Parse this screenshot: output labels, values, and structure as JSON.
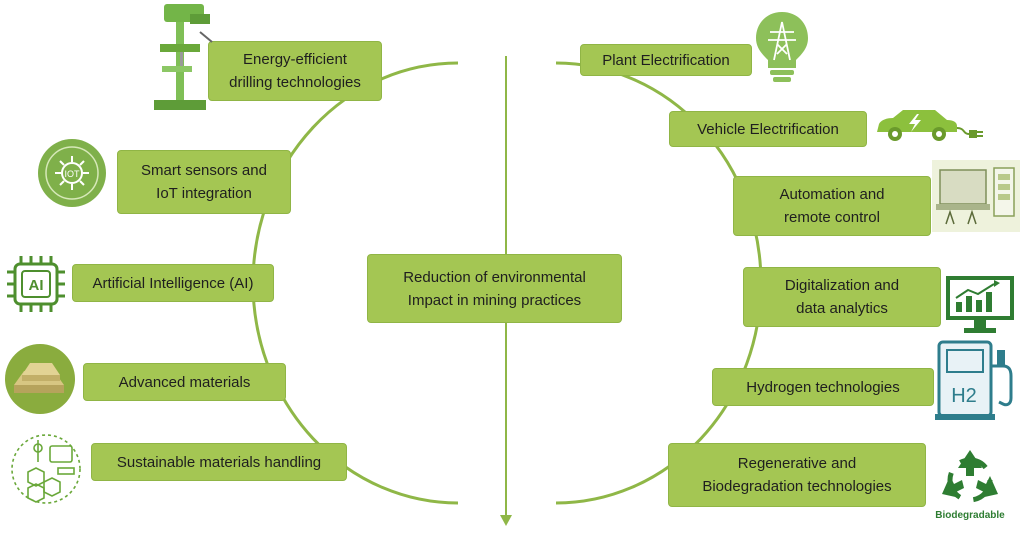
{
  "center": {
    "label": "Reduction of environmental\nImpact in mining practices"
  },
  "left_items": [
    {
      "label": "Energy-efficient\ndrilling technologies",
      "icon": "drill-press-icon"
    },
    {
      "label": "Smart sensors and\nIoT integration",
      "icon": "iot-icon"
    },
    {
      "label": "Artificial Intelligence (AI)",
      "icon": "ai-chip-icon"
    },
    {
      "label": "Advanced materials",
      "icon": "gold-bars-icon"
    },
    {
      "label": "Sustainable materials handling",
      "icon": "materials-handling-icon"
    }
  ],
  "right_items": [
    {
      "label": "Plant Electrification",
      "icon": "power-tower-bulb-icon"
    },
    {
      "label": "Vehicle Electrification",
      "icon": "electric-car-icon"
    },
    {
      "label": "Automation and\nremote control",
      "icon": "remote-control-computer-icon"
    },
    {
      "label": "Digitalization and\ndata analytics",
      "icon": "analytics-monitor-icon"
    },
    {
      "label": "Hydrogen technologies",
      "icon": "hydrogen-pump-icon"
    },
    {
      "label": "Regenerative and\nBiodegradation technologies",
      "icon": "biodegradable-icon"
    }
  ],
  "icons": {
    "iot_label": "IOT",
    "ai_label": "AI",
    "h2_label": "H2",
    "biodegradable_label": "Biodegradable"
  },
  "colors": {
    "box": "#a4c653",
    "line": "#8fb747",
    "icon_green": "#6aa83a",
    "text": "#1f1f1f"
  }
}
